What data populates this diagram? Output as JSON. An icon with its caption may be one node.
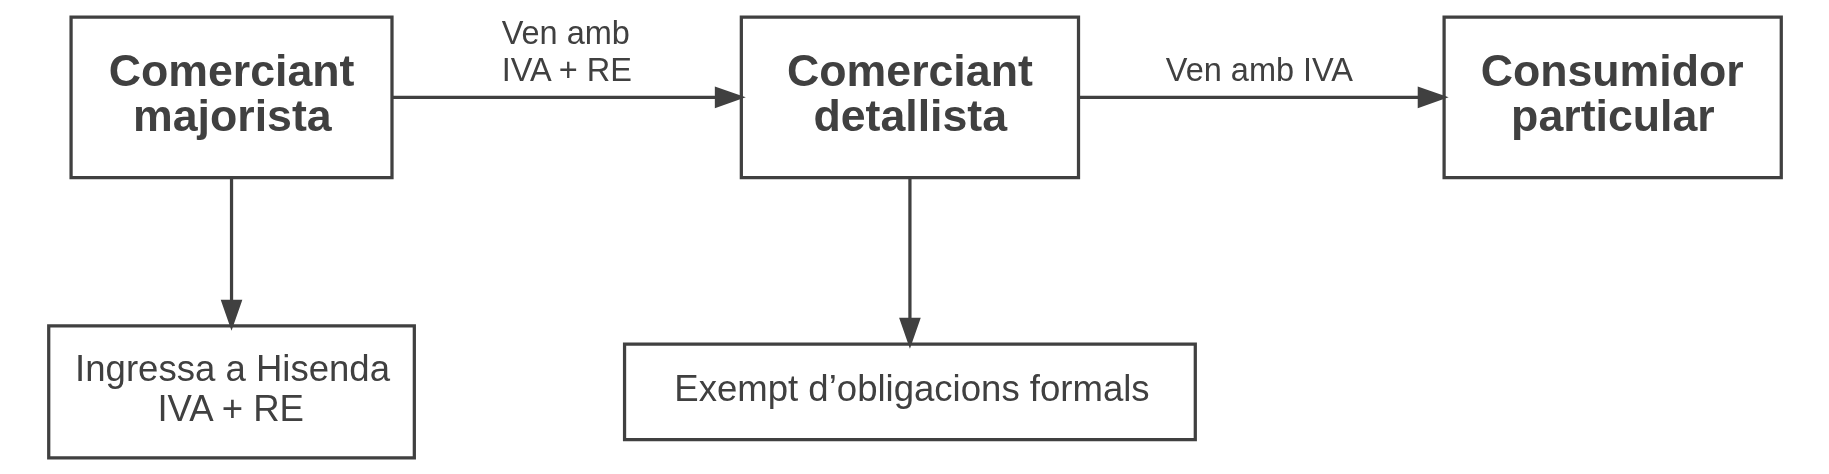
{
  "diagram": {
    "nodes": [
      {
        "text": [
          "Comerciant majorista"
        ]
      },
      {
        "text": [
          "Comerciant detallista"
        ]
      },
      {
        "text": [
          "Consumidor particular"
        ]
      },
      {
        "text": [
          "Ingressa a Hisenda IVA + RE"
        ]
      },
      {
        "text": [
          "Exempt d’obligacions formals"
        ]
      }
    ],
    "edges": [
      {
        "from": 0,
        "to": 1,
        "arrow": "to",
        "label": "Ven amb IVA + RE"
      },
      {
        "from": 1,
        "to": 2,
        "arrow": "to",
        "label": "Ven amb IVA"
      },
      {
        "from": 0,
        "to": 3,
        "arrow": "to"
      },
      {
        "from": 1,
        "to": 4,
        "arrow": "to"
      }
    ]
  }
}
